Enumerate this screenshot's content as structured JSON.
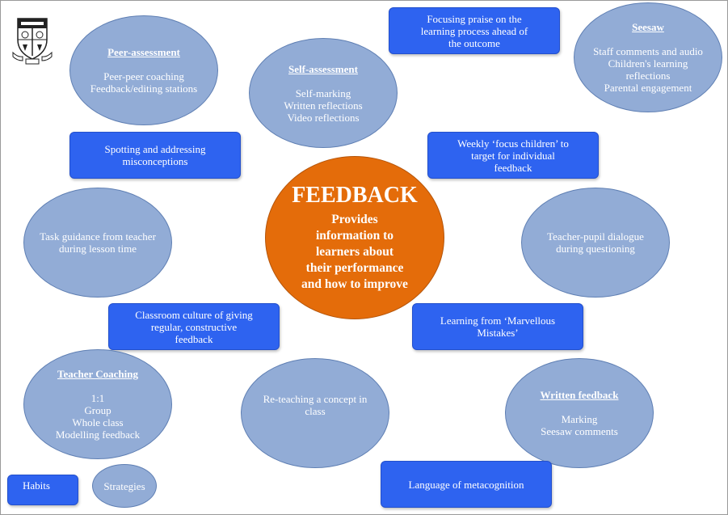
{
  "center": {
    "title": "FEEDBACK",
    "lines": [
      "Provides",
      "information to",
      "learners about",
      "their performance",
      "and how to improve"
    ]
  },
  "peer": {
    "title": "Peer-assessment",
    "lines": [
      "Peer-peer coaching",
      "Feedback/editing stations"
    ]
  },
  "self": {
    "title": "Self-assessment",
    "lines": [
      "Self-marking",
      "Written reflections",
      "Video reflections"
    ]
  },
  "seesaw": {
    "title": "Seesaw",
    "lines": [
      "Staff comments and audio",
      "Children's learning",
      "reflections",
      "Parental engagement"
    ]
  },
  "praise": {
    "lines": [
      "Focusing praise on the",
      "learning process ahead of",
      "the outcome"
    ]
  },
  "misconceptions": {
    "lines": [
      "Spotting and addressing",
      "misconceptions"
    ]
  },
  "focus_children": {
    "lines": [
      "Weekly ‘focus children’ to",
      "target for individual",
      "feedback"
    ]
  },
  "task_guidance": {
    "lines": [
      "Task guidance from teacher",
      "during lesson time"
    ]
  },
  "dialogue": {
    "lines": [
      "Teacher-pupil dialogue",
      "during questioning"
    ]
  },
  "culture": {
    "lines": [
      "Classroom culture of giving",
      "regular, constructive",
      "feedback"
    ]
  },
  "mistakes": {
    "lines": [
      "Learning from ‘Marvellous",
      "Mistakes’"
    ]
  },
  "coaching": {
    "title": "Teacher Coaching",
    "lines": [
      "1:1",
      "Group",
      "Whole class",
      "Modelling feedback"
    ]
  },
  "reteach": {
    "lines": [
      "Re-teaching a concept in",
      "class"
    ]
  },
  "written": {
    "title": "Written feedback",
    "lines": [
      "Marking",
      "Seesaw comments"
    ]
  },
  "metacognition": {
    "lines": [
      "Language of metacognition"
    ]
  },
  "legend": {
    "habits": "Habits",
    "strategies": "Strategies"
  },
  "colors": {
    "habit_box": "#2e63f0",
    "strategy_ellipse": "#92acd6",
    "center": "#e46c0a"
  },
  "logo": {
    "icon": "school-crest-icon"
  }
}
